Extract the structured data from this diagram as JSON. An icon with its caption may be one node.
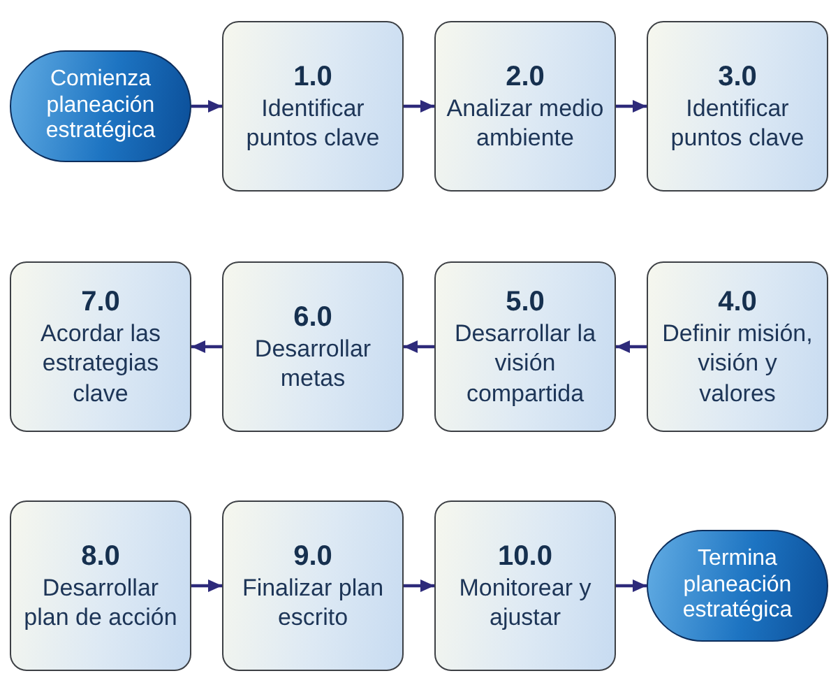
{
  "diagram": {
    "nodes": [
      {
        "text": [
          "Comienza planeación estratégica"
        ]
      },
      {
        "text": [
          "1.0",
          "Identificar puntos clave"
        ]
      },
      {
        "text": [
          "2.0",
          "Analizar medio ambiente"
        ]
      },
      {
        "text": [
          "3.0",
          "Identificar puntos clave"
        ]
      },
      {
        "text": [
          "4.0",
          "Definir misión, visión y valores"
        ]
      },
      {
        "text": [
          "5.0",
          "Desarrollar la visión compartida"
        ]
      },
      {
        "text": [
          "6.0",
          "Desarrollar metas"
        ]
      },
      {
        "text": [
          "7.0",
          "Acordar las estrategias clave"
        ]
      },
      {
        "text": [
          "8.0",
          "Desarrollar plan de acción"
        ]
      },
      {
        "text": [
          "9.0",
          "Finalizar plan escrito"
        ]
      },
      {
        "text": [
          "10.0",
          "Monitorear y ajustar"
        ]
      },
      {
        "text": [
          "Termina planeación estratégica"
        ]
      }
    ],
    "edges": [
      {
        "from": 0,
        "to": 1,
        "arrow": "to"
      },
      {
        "from": 1,
        "to": 2,
        "arrow": "to"
      },
      {
        "from": 2,
        "to": 3,
        "arrow": "to"
      },
      {
        "from": 4,
        "to": 5,
        "arrow": "to"
      },
      {
        "from": 5,
        "to": 6,
        "arrow": "to"
      },
      {
        "from": 6,
        "to": 7,
        "arrow": "to"
      },
      {
        "from": 8,
        "to": 9,
        "arrow": "to"
      },
      {
        "from": 9,
        "to": 10,
        "arrow": "to"
      },
      {
        "from": 10,
        "to": 11,
        "arrow": "to"
      }
    ]
  }
}
